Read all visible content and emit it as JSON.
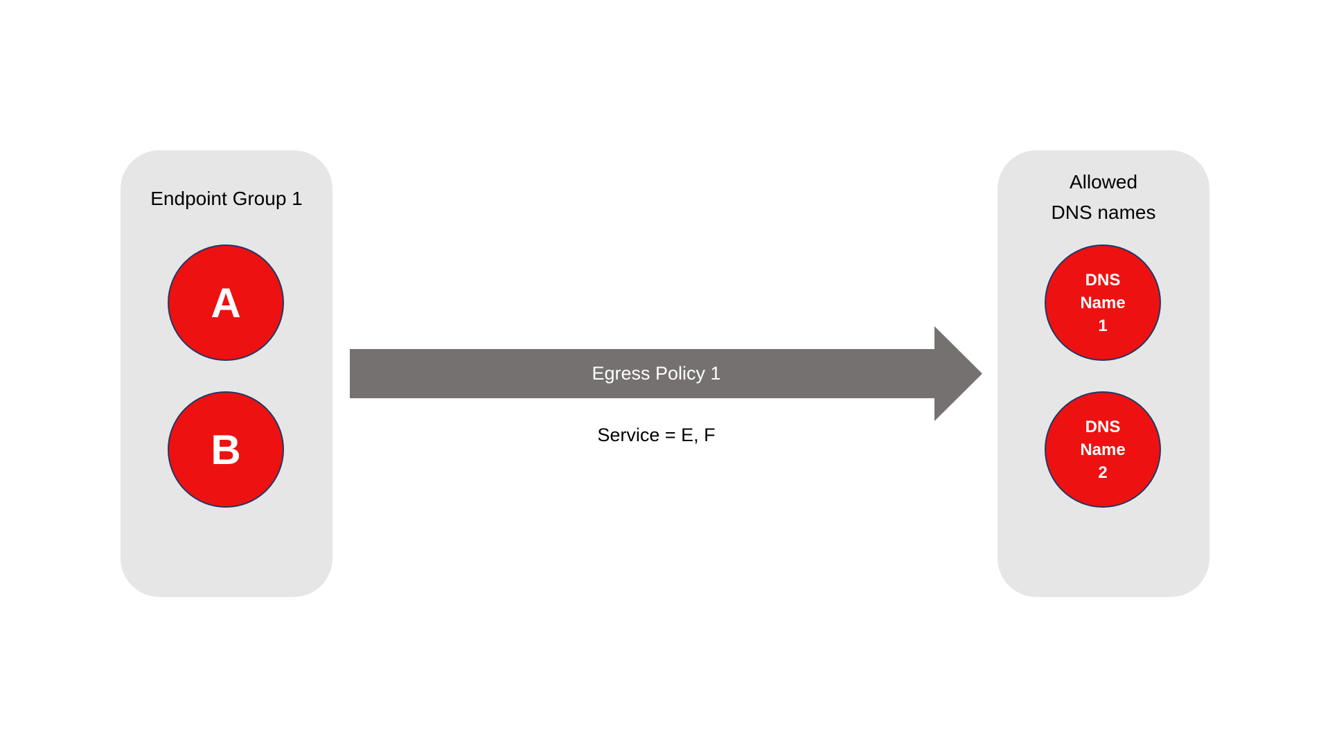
{
  "diagram": {
    "left_group": {
      "title": "Endpoint Group 1",
      "nodes": [
        {
          "label": "A"
        },
        {
          "label": "B"
        }
      ]
    },
    "arrow": {
      "label": "Egress Policy 1",
      "sublabel": "Service = E, F"
    },
    "right_group": {
      "title": "Allowed\nDNS names",
      "nodes": [
        {
          "label": "DNS\nName\n1"
        },
        {
          "label": "DNS\nName\n2"
        }
      ]
    },
    "colors": {
      "panel_bg": "#e7e6e6",
      "node_fill": "#ee1111",
      "node_border": "#1f3864",
      "arrow_fill": "#767171",
      "arrow_text": "#ffffff",
      "text": "#000000"
    }
  }
}
